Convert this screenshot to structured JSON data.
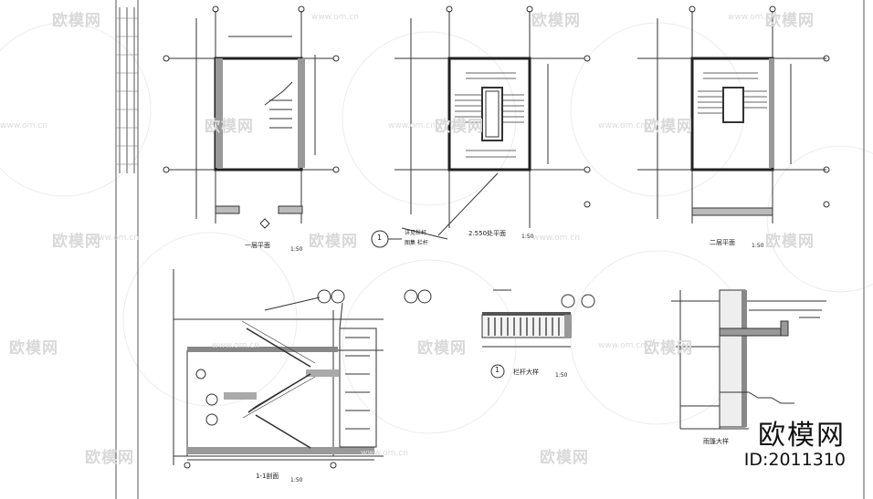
{
  "watermark": {
    "brand": "欧模网",
    "url": "www.om.cn"
  },
  "drawings": {
    "plan_first_floor": "一层平面",
    "plan_mid": "2.550处平面",
    "plan_second_floor": "二层平面",
    "section": "1-1剖面",
    "railing_detail": "栏杆大样",
    "canopy_detail": "雨篷大样",
    "scale": "1:50",
    "railing_note": "详见栏杆图集 栏杆",
    "callout_num": "1"
  },
  "brand_mark": {
    "text": "欧模网",
    "id": "ID:2011310"
  }
}
